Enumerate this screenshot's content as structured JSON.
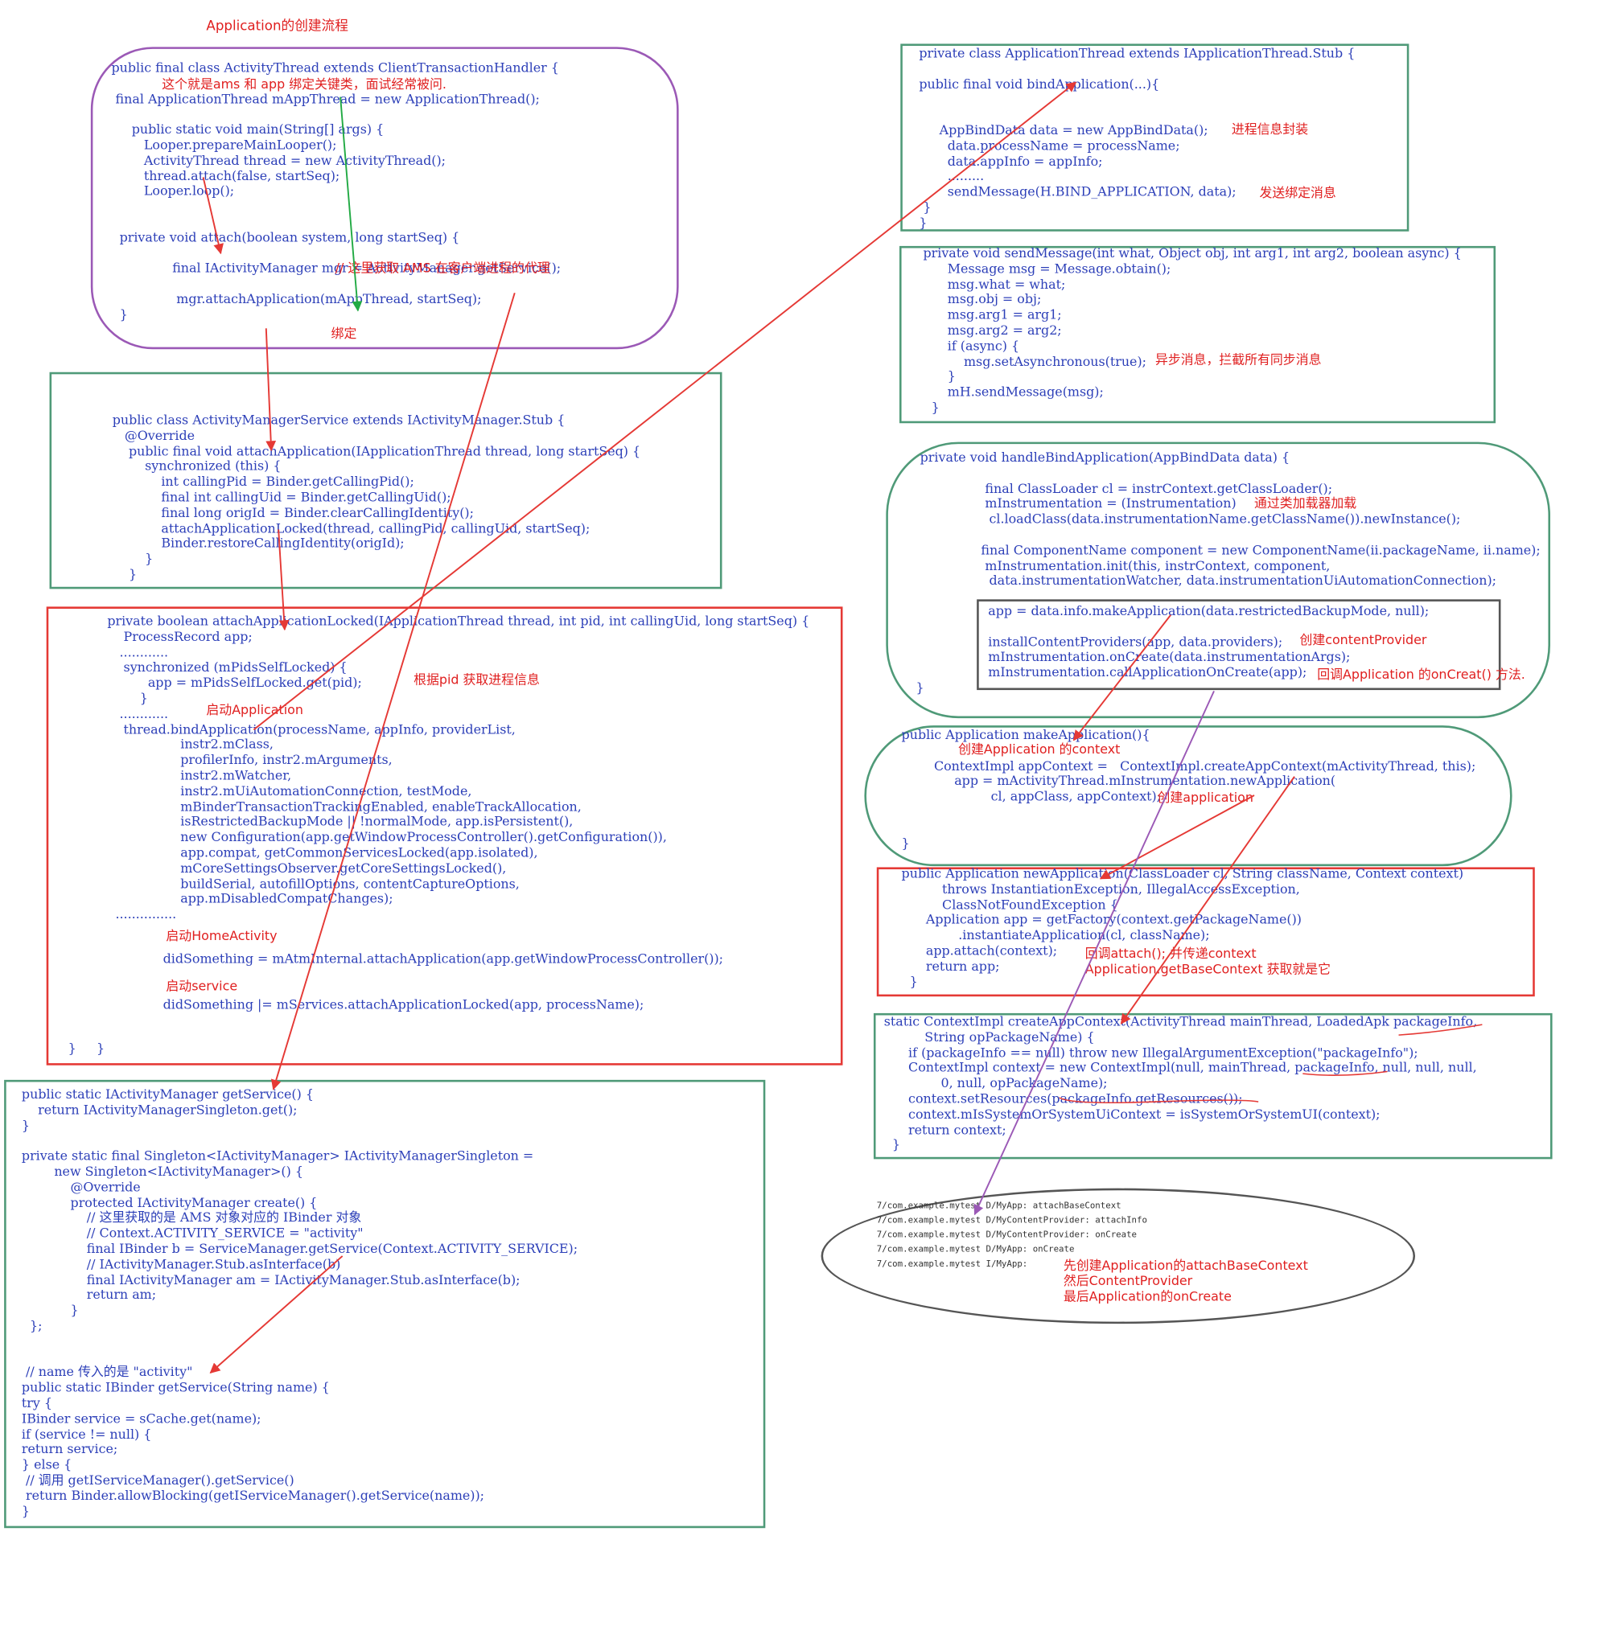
{
  "diagram_title": "Application的创建流程",
  "activity_thread": {
    "code": "public final class ActivityThread extends ClientTransactionHandler {\n\n final ApplicationThread mAppThread = new ApplicationThread();\n\n     public static void main(String[] args) {\n        Looper.prepareMainLooper();\n        ActivityThread thread = new ActivityThread();\n        thread.attach(false, startSeq);\n        Looper.loop();\n\n\n  private void attach(boolean system, long startSeq) {\n\n               final IActivityManager mgr = ActivityManager.getService();\n\n                mgr.attachApplication(mAppThread, startSeq);\n  }",
    "note_binding": "这个就是ams 和 app 绑定关键类，面试经常被问.",
    "note_proxy": "// 这里获取 AMS 在客户端进程的代理",
    "note_bind": "绑定"
  },
  "ams_stub": {
    "code": "public class ActivityManagerService extends IActivityManager.Stub {\n   @Override\n    public final void attachApplication(IApplicationThread thread, long startSeq) {\n        synchronized (this) {\n            int callingPid = Binder.getCallingPid();\n            final int callingUid = Binder.getCallingUid();\n            final long origId = Binder.clearCallingIdentity();\n            attachApplicationLocked(thread, callingPid, callingUid, startSeq);\n            Binder.restoreCallingIdentity(origId);\n        }\n    }"
  },
  "attach_locked": {
    "code": "private boolean attachApplicationLocked(IApplicationThread thread, int pid, int callingUid, long startSeq) {\n    ProcessRecord app;\n   ............\n    synchronized (mPidsSelfLocked) {\n          app = mPidsSelfLocked.get(pid);\n        }\n   ............\n    thread.bindApplication(processName, appInfo, providerList,\n                  instr2.mClass,\n                  profilerInfo, instr2.mArguments,\n                  instr2.mWatcher,\n                  instr2.mUiAutomationConnection, testMode,\n                  mBinderTransactionTrackingEnabled, enableTrackAllocation,\n                  isRestrictedBackupMode || !normalMode, app.isPersistent(),\n                  new Configuration(app.getWindowProcessController().getConfiguration()),\n                  app.compat, getCommonServicesLocked(app.isolated),\n                  mCoreSettingsObserver.getCoreSettingsLocked(),\n                  buildSerial, autofillOptions, contentCaptureOptions,\n                  app.mDisabledCompatChanges);\n  ...............",
    "code_home": "didSomething = mAtmInternal.attachApplication(app.getWindowProcessController());",
    "code_service": "didSomething |= mServices.attachApplicationLocked(app, processName);",
    "code_close": "}     }",
    "note_pid": "根据pid 获取进程信息",
    "note_start_app": "启动Application",
    "note_start_home": "启动HomeActivity",
    "note_start_service": "启动service"
  },
  "get_service": {
    "code": "public static IActivityManager getService() {\n    return IActivityManagerSingleton.get();\n}\n\nprivate static final Singleton<IActivityManager> IActivityManagerSingleton =\n        new Singleton<IActivityManager>() {\n            @Override\n            protected IActivityManager create() {\n                // 这里获取的是 AMS 对象对应的 IBinder 对象\n                // Context.ACTIVITY_SERVICE = \"activity\"\n                final IBinder b = ServiceManager.getService(Context.ACTIVITY_SERVICE);\n                // IActivityManager.Stub.asInterface(b)\n                final IActivityManager am = IActivityManager.Stub.asInterface(b);\n                return am;\n            }\n  };\n\n\n // name 传入的是 \"activity\"\npublic static IBinder getService(String name) {\ntry {\nIBinder service = sCache.get(name);\nif (service != null) {\nreturn service;\n} else {\n // 调用 getIServiceManager().getService()\n return Binder.allowBlocking(getIServiceManager().getService(name));\n}"
  },
  "app_thread": {
    "code": "private class ApplicationThread extends IApplicationThread.Stub {\n\npublic final void bindApplication(...){\n\n\n     AppBindData data = new AppBindData();\n       data.processName = processName;\n       data.appInfo = appInfo;\n       .........\n       sendMessage(H.BIND_APPLICATION, data);\n }\n}",
    "note_wrap": "进程信息封装",
    "note_send": "发送绑定消息"
  },
  "send_message": {
    "code": "private void sendMessage(int what, Object obj, int arg1, int arg2, boolean async) {\n      Message msg = Message.obtain();\n      msg.what = what;\n      msg.obj = obj;\n      msg.arg1 = arg1;\n      msg.arg2 = arg2;\n      if (async) {\n          msg.setAsynchronous(true);\n      }\n      mH.sendMessage(msg);\n  }",
    "note_async": "异步消息，拦截所有同步消息"
  },
  "handle_bind": {
    "code": "private void handleBindApplication(AppBindData data) {\n\n                final ClassLoader cl = instrContext.getClassLoader();\n                mInstrumentation = (Instrumentation)\n                 cl.loadClass(data.instrumentationName.getClassName()).newInstance();\n\n               final ComponentName component = new ComponentName(ii.packageName, ii.name);\n                mInstrumentation.init(this, instrContext, component,\n                 data.instrumentationWatcher, data.instrumentationUiAutomationConnection);",
    "code_inner": "app = data.info.makeApplication(data.restrictedBackupMode, null);\n\ninstallContentProviders(app, data.providers);\nmInstrumentation.onCreate(data.instrumentationArgs);\nmInstrumentation.callApplicationOnCreate(app);",
    "code_close": "}",
    "note_classloader": "通过类加载器加载",
    "note_provider": "创建contentProvider",
    "note_oncreate": "回调Application 的onCreat() 方法."
  },
  "make_app": {
    "code": "public Application makeApplication(){\n\n        ContextImpl appContext =   ContextImpl.createAppContext(mActivityThread, this);\n             app = mActivityThread.mInstrumentation.newApplication(\n                      cl, appClass, appContext);\n\n\n}",
    "note_context": "创建Application 的context",
    "note_app": "创建application"
  },
  "new_app": {
    "code": "public Application newApplication(ClassLoader cl, String className, Context context)\n          throws InstantiationException, IllegalAccessException,\n          ClassNotFoundException {\n      Application app = getFactory(context.getPackageName())\n              .instantiateApplication(cl, className);\n      app.attach(context);\n      return app;\n  }",
    "note_attach": "回调attach(); 并传递context\nApplication.getBaseContext 获取就是它"
  },
  "create_ctx": {
    "code": "static ContextImpl createAppContext(ActivityThread mainThread, LoadedApk packageInfo,\n          String opPackageName) {\n      if (packageInfo == null) throw new IllegalArgumentException(\"packageInfo\");\n      ContextImpl context = new ContextImpl(null, mainThread, packageInfo, null, null, null,\n              0, null, opPackageName);\n      context.setResources(packageInfo.getResources());\n      context.mIsSystemOrSystemUiContext = isSystemOrSystemUI(context);\n      return context;\n  }"
  },
  "log": {
    "lines": "7/com.example.mytest D/MyApp: attachBaseContext\n7/com.example.mytest D/MyContentProvider: attachInfo\n7/com.example.mytest D/MyContentProvider: onCreate\n7/com.example.mytest D/MyApp: onCreate\n7/com.example.mytest I/MyApp:",
    "note": "先创建Application的attachBaseContext\n然后ContentProvider\n最后Application的onCreate"
  },
  "colors": {
    "code_blue": "#2c3fb8",
    "note_red": "#e02020",
    "arrow_red": "#e53935",
    "arrow_green": "#22aa44",
    "arrow_purple": "#9b59b6",
    "box_purple": "#9b59b6",
    "box_green": "#4f9a78"
  }
}
